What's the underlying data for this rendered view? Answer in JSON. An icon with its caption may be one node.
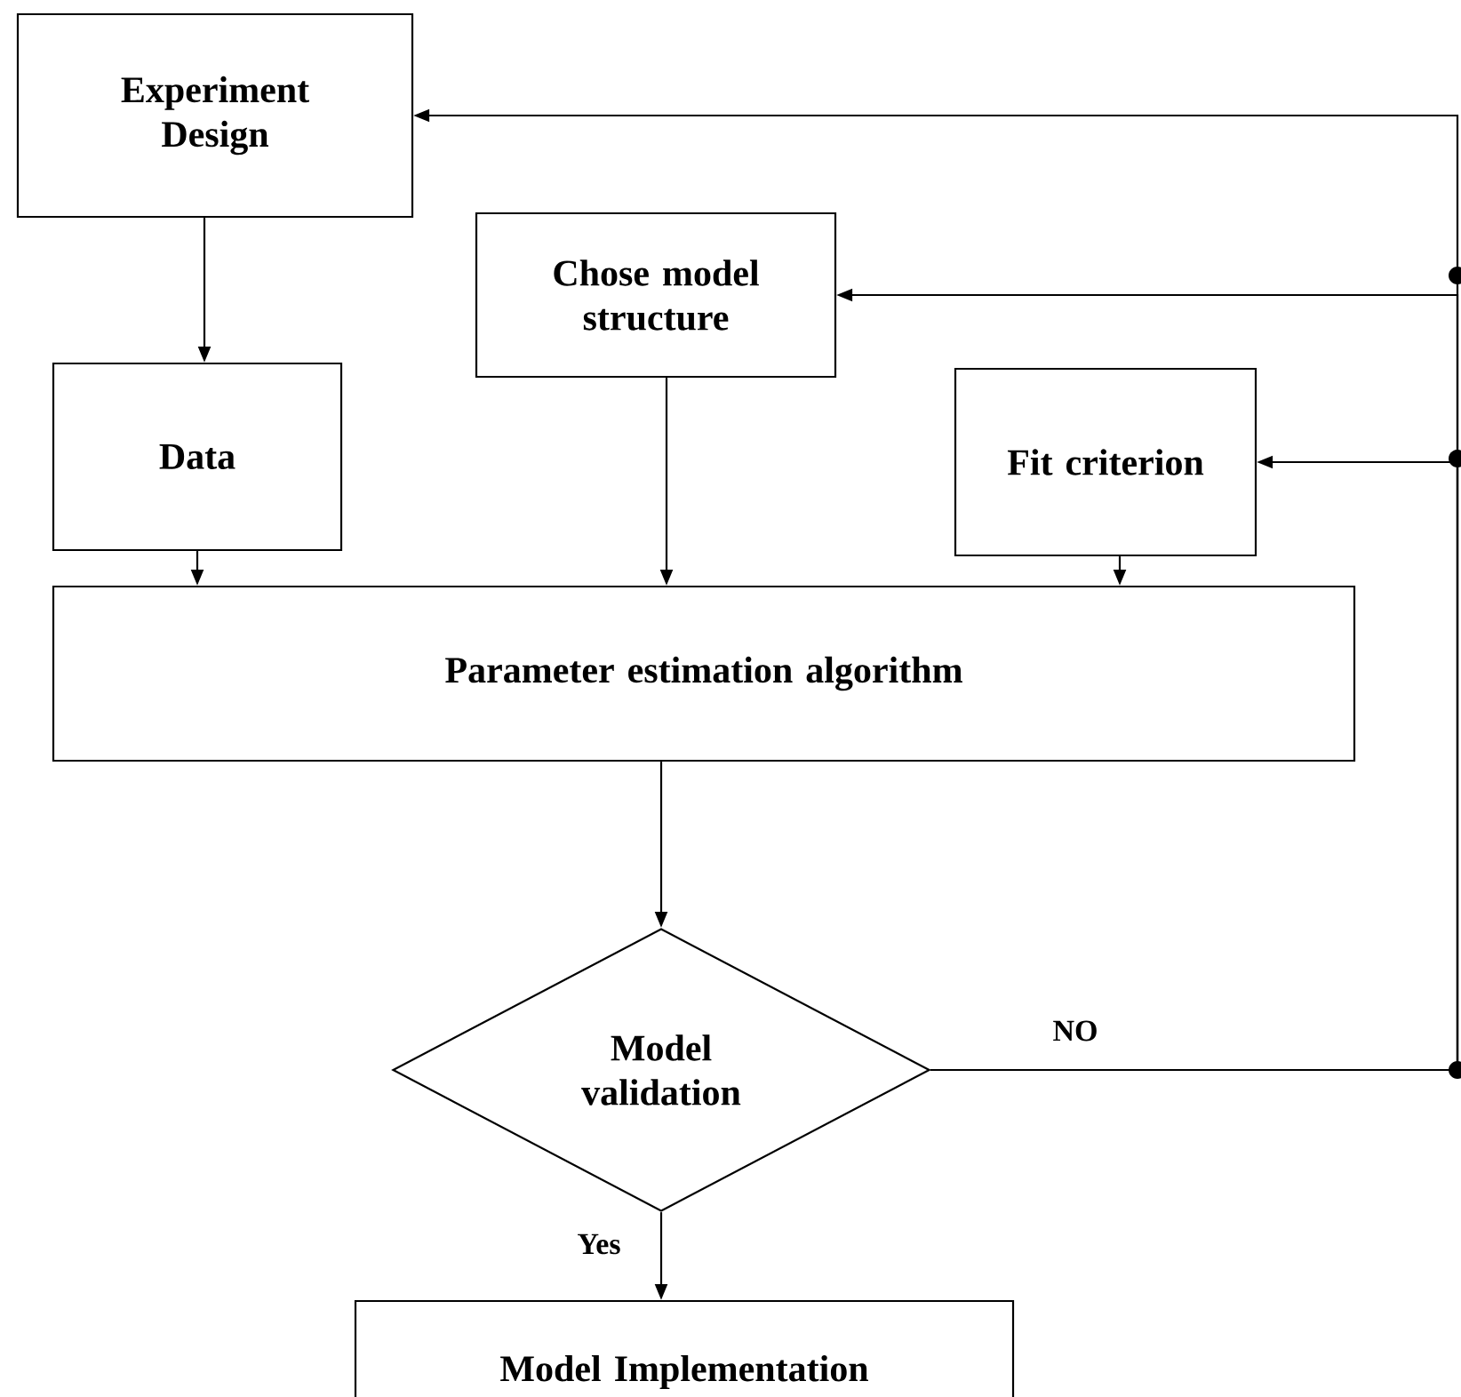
{
  "diagram": {
    "nodes": [
      {
        "text": [
          "Experiment Design"
        ]
      },
      {
        "text": [
          "Chose model structure"
        ]
      },
      {
        "text": [
          "Data"
        ]
      },
      {
        "text": [
          "Fit criterion"
        ]
      },
      {
        "text": [
          "Parameter estimation algorithm"
        ]
      },
      {
        "text": [
          "Model validation"
        ]
      },
      {
        "text": [
          "Model Implementation"
        ]
      }
    ],
    "edges": [
      {
        "from": 0,
        "to": 2,
        "arrow": "to"
      },
      {
        "from": 2,
        "to": 4,
        "arrow": "to"
      },
      {
        "from": 1,
        "to": 4,
        "arrow": "to"
      },
      {
        "from": 3,
        "to": 4,
        "arrow": "to"
      },
      {
        "from": 4,
        "to": 5,
        "arrow": "to"
      },
      {
        "from": 5,
        "to": 6,
        "arrow": "to",
        "label": "Yes"
      },
      {
        "from": 5,
        "to": 0,
        "arrow": "to",
        "label": "NO"
      },
      {
        "from": 5,
        "to": 1,
        "arrow": "to"
      },
      {
        "from": 5,
        "to": 3,
        "arrow": "to"
      }
    ]
  }
}
